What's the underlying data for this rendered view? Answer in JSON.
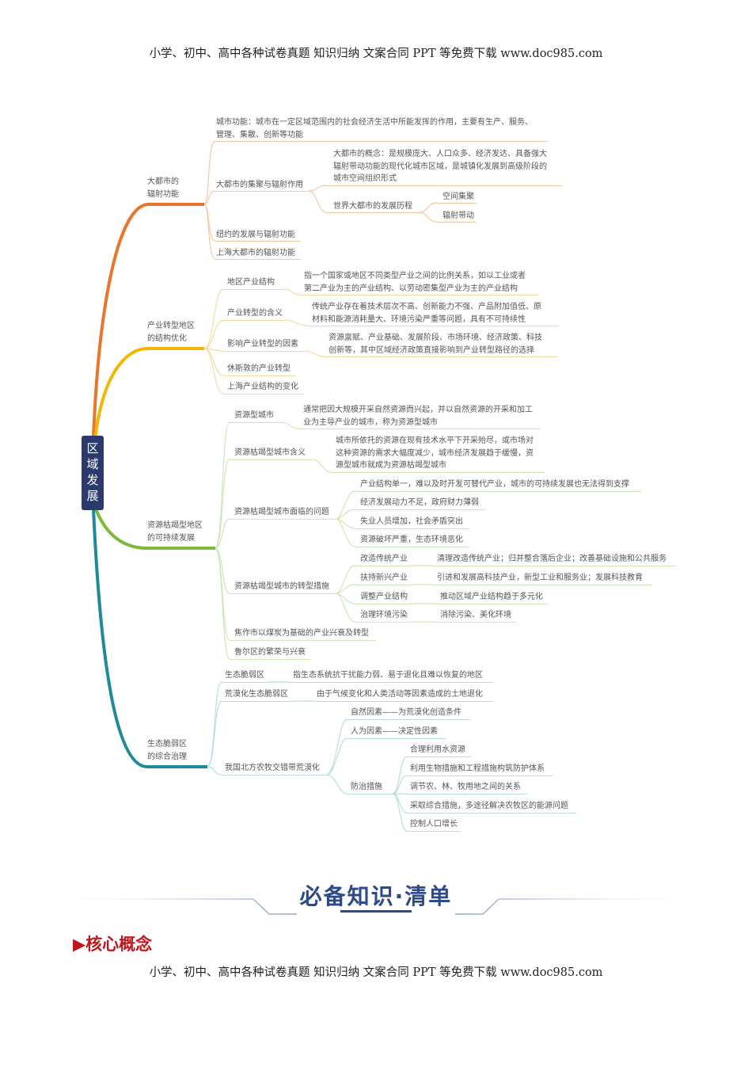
{
  "header_text": "小学、初中、高中各种试卷真题 知识归纳 文案合同 PPT 等免费下载 www.doc985.com",
  "footer_text": "小学、初中、高中各种试卷真题 知识归纳 文案合同 PPT 等免费下载 www.doc985.com",
  "root": [
    "区",
    "域",
    "发",
    "展"
  ],
  "b1": {
    "title1": "大都市的",
    "title2": "辐射功能",
    "func1": "城市功能：城市在一定区域范围内的社会经济生活中所能发挥的作用，主要有生产、服务、",
    "func2": "管理、集散、创新等功能",
    "gather": "大都市的集聚与辐射作用",
    "concept1": "大都市的概念：是规模庞大、人口众多、经济发达、具备强大",
    "concept2": "辐射带动功能的现代化城市区域，是城镇化发展到高级阶段的",
    "concept3": "城市空间组织形式",
    "history": "世界大都市的发展历程",
    "h1": "空间集聚",
    "h2": "辐射带动",
    "ny": "纽约的发展与辐射功能",
    "sh": "上海大都市的辐射功能"
  },
  "b2": {
    "title1": "产业转型地区",
    "title2": "的结构优化",
    "s1": "地区产业结构",
    "s1d1": "指一个国家或地区不同类型产业之间的比例关系，如以工业或者",
    "s1d2": "第二产业为主的产业结构、以劳动密集型产业为主的产业结构",
    "s2": "产业转型的含义",
    "s2d1": "传统产业存在着技术层次不高、创新能力不强、产品附加值低、原",
    "s2d2": "材料和能源消耗量大、环境污染严重等问题，具有不可持续性",
    "s3": "影响产业转型的因素",
    "s3d1": "资源禀赋、产业基础、发展阶段、市场环境、经济政策、科技",
    "s3d2": "创新等，其中区域经济政策直接影响到产业转型路径的选择",
    "s4": "休斯敦的产业转型",
    "s5": "上海产业结构的变化"
  },
  "b3": {
    "title1": "资源枯竭型地区",
    "title2": "的可持续发展",
    "s1": "资源型城市",
    "s1d1": "通常把因大规模开采自然资源而兴起，并以自然资源的开采和加工",
    "s1d2": "业为主导产业的城市，称为资源型城市",
    "s2": "资源枯竭型城市含义",
    "s2d1": "城市所依托的资源在现有技术水平下开采殆尽，或市场对",
    "s2d2": "这种资源的需求大幅度减少，城市经济发展趋于缓慢，资",
    "s2d3": "源型城市就成为资源枯竭型城市",
    "s3": "资源枯竭型城市面临的问题",
    "p1": "产业结构单一，难以及时开发可替代产业，城市的可持续发展也无法得到支撑",
    "p2": "经济发展动力不足，政府财力薄弱",
    "p3": "失业人员增加，社会矛盾突出",
    "p4": "资源破坏严重，生态环境恶化",
    "s4": "资源枯竭型城市的转型措施",
    "m1": "改造传统产业",
    "m1d": "清理改造传统产业；归并整合落后企业；改善基础设施和公共服务",
    "m2": "扶持新兴产业",
    "m2d": "引进和发展高科技产业，新型工业和服务业；发展科技教育",
    "m3": "调整产业结构",
    "m3d": "推动区域产业结构趋于多元化",
    "m4": "治理环境污染",
    "m4d": "消除污染、美化环境",
    "s5": "焦作市以煤炭为基础的产业兴衰及转型",
    "s6": "鲁尔区的繁荣与兴衰"
  },
  "b4": {
    "title1": "生态脆弱区",
    "title2": "的综合治理",
    "s1": "生态脆弱区",
    "s1d": "指生态系统抗干扰能力弱、易于退化且难以恢复的地区",
    "s2": "荒漠化生态脆弱区",
    "s2d": "由于气候变化和人类活动等因素造成的土地退化",
    "s3": "我国北方农牧交错带荒漠化",
    "f1": "自然因素——为荒漠化创造条件",
    "f2": "人为因素——决定性因素",
    "prevent": "防治措施",
    "c1": "合理利用水资源",
    "c2": "利用生物措施和工程措施构筑防护体系",
    "c3": "调节农、林、牧用地之间的关系",
    "c4": "采取综合措施，多途径解决农牧区的能源问题",
    "c5": "控制人口增长"
  },
  "banner_title": "必备知识·清单",
  "section_title": "▶核心概念",
  "colors": {
    "orange": "#e8762c",
    "yellow": "#f2b705",
    "green": "#7cbb3a",
    "teal": "#1f8a9a",
    "root": "#2b3a6b",
    "banner": "#2d4a8a",
    "section": "#c0171f"
  }
}
